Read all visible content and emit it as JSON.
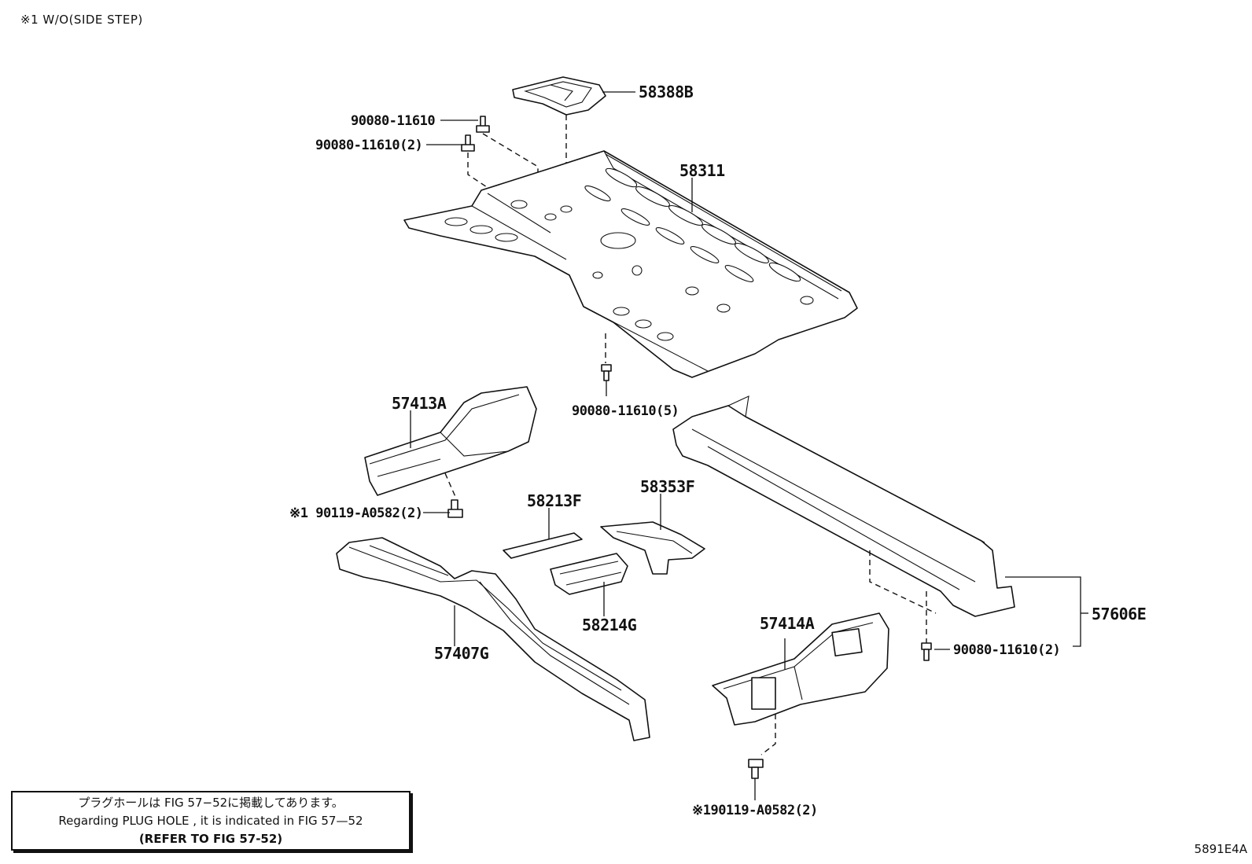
{
  "footnote": "※1 W/O(SIDE STEP)",
  "figure_id": "5891E4A",
  "note_box": {
    "line_jp": "プラグホールは FIG  57−52に掲載してあります。",
    "line_en": "Regarding  PLUG  HOLE , it is indicated in  FIG  57—52",
    "line_refer": "(REFER TO FIG 57-52)"
  },
  "callouts": {
    "p58388B": "58388B",
    "p90080_a": "90080-11610",
    "p90080_b": "90080-11610(2)",
    "p58311": "58311",
    "p90080_c": "90080-11610(5)",
    "p57413A": "57413A",
    "p90119_a": "※1 90119-A0582(2)",
    "p58213F": "58213F",
    "p58353F": "58353F",
    "p57407G": "57407G",
    "p58214G": "58214G",
    "p57414A": "57414A",
    "p57606E": "57606E",
    "p90080_d": "90080-11610(2)",
    "p90119_b": "※190119-A0582(2)"
  }
}
